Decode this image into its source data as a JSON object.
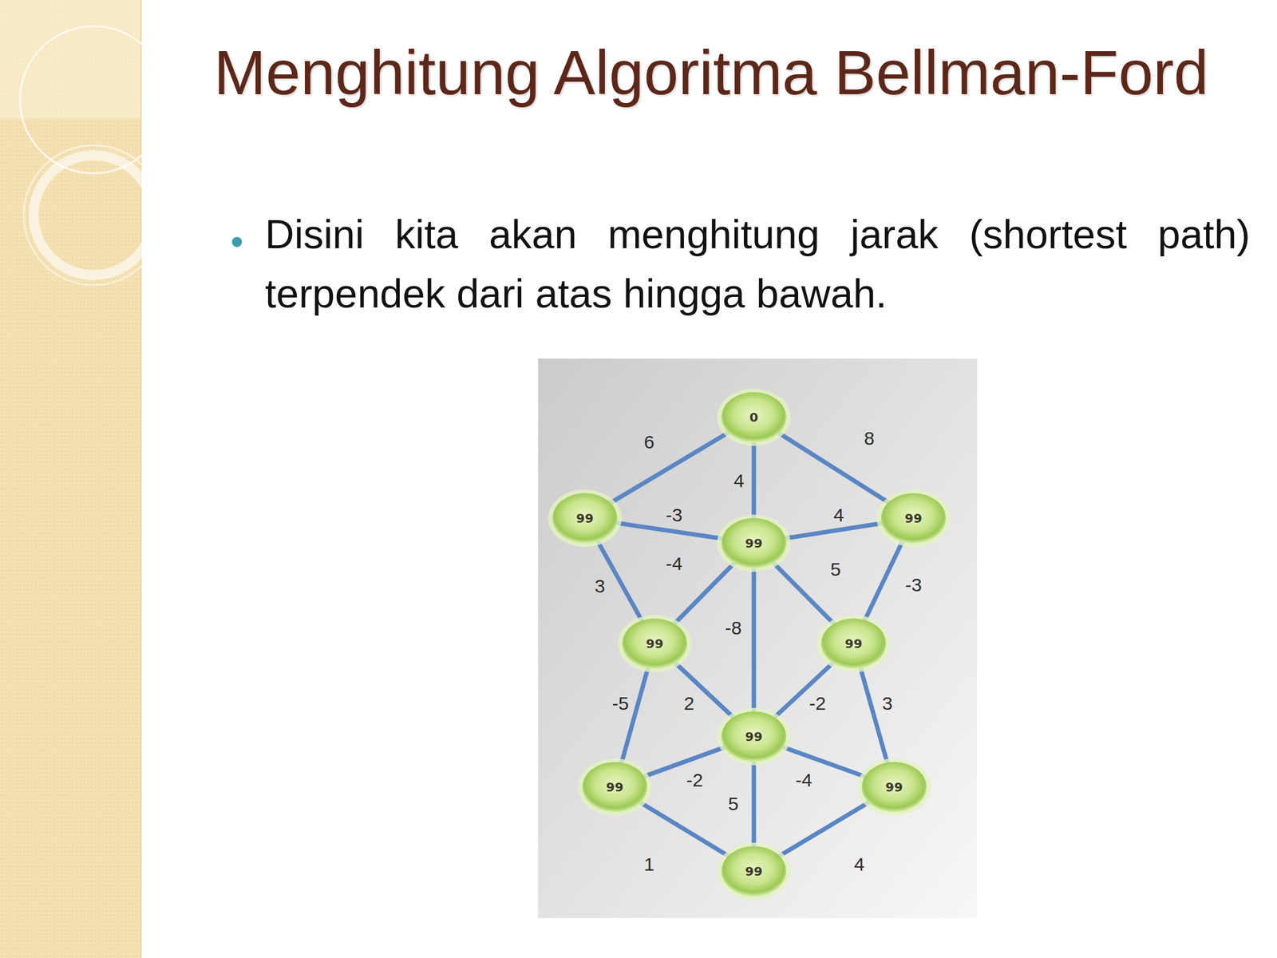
{
  "diagram": {
    "title": "Menghitung Algoritma Bellman-Ford",
    "nodes": [
      {
        "text": [
          "0"
        ]
      },
      {
        "text": [
          "99"
        ]
      },
      {
        "text": [
          "99"
        ]
      },
      {
        "text": [
          "99"
        ]
      },
      {
        "text": [
          "99"
        ]
      },
      {
        "text": [
          "99"
        ]
      },
      {
        "text": [
          "99"
        ]
      },
      {
        "text": [
          "99"
        ]
      },
      {
        "text": [
          "99"
        ]
      },
      {
        "text": [
          "99"
        ]
      }
    ],
    "edges": [
      {
        "from": 0,
        "to": 1,
        "label": "6",
        "arrow": "none"
      },
      {
        "from": 0,
        "to": 2,
        "label": "4",
        "arrow": "none"
      },
      {
        "from": 0,
        "to": 3,
        "label": "8",
        "arrow": "none"
      },
      {
        "from": 1,
        "to": 2,
        "label": "-3",
        "arrow": "none"
      },
      {
        "from": 1,
        "to": 4,
        "label": "3",
        "arrow": "none"
      },
      {
        "from": 4,
        "to": 2,
        "label": "-4",
        "arrow": "none"
      },
      {
        "from": 2,
        "to": 3,
        "label": "4",
        "arrow": "none"
      },
      {
        "from": 2,
        "to": 5,
        "label": "5",
        "arrow": "none"
      },
      {
        "from": 3,
        "to": 5,
        "label": "-3",
        "arrow": "none"
      },
      {
        "from": 2,
        "to": 6,
        "label": "-8",
        "arrow": "none"
      },
      {
        "from": 4,
        "to": 6,
        "label": "-5",
        "arrow": "none"
      },
      {
        "from": 4,
        "to": 7,
        "label": "2",
        "arrow": "none"
      },
      {
        "from": 5,
        "to": 6,
        "label": "-2",
        "arrow": "none"
      },
      {
        "from": 5,
        "to": 8,
        "label": "3",
        "arrow": "none"
      },
      {
        "from": 6,
        "to": 7,
        "label": "-2",
        "arrow": "none"
      },
      {
        "from": 6,
        "to": 8,
        "label": "-4",
        "arrow": "none"
      },
      {
        "from": 6,
        "to": 9,
        "label": "5",
        "arrow": "none"
      },
      {
        "from": 7,
        "to": 9,
        "label": "1",
        "arrow": "none"
      },
      {
        "from": 8,
        "to": 9,
        "label": "4",
        "arrow": "none"
      }
    ],
    "labels": [
      "Disini kita akan menghitung jarak (shortest path) terpendek dari atas hingga bawah."
    ]
  }
}
